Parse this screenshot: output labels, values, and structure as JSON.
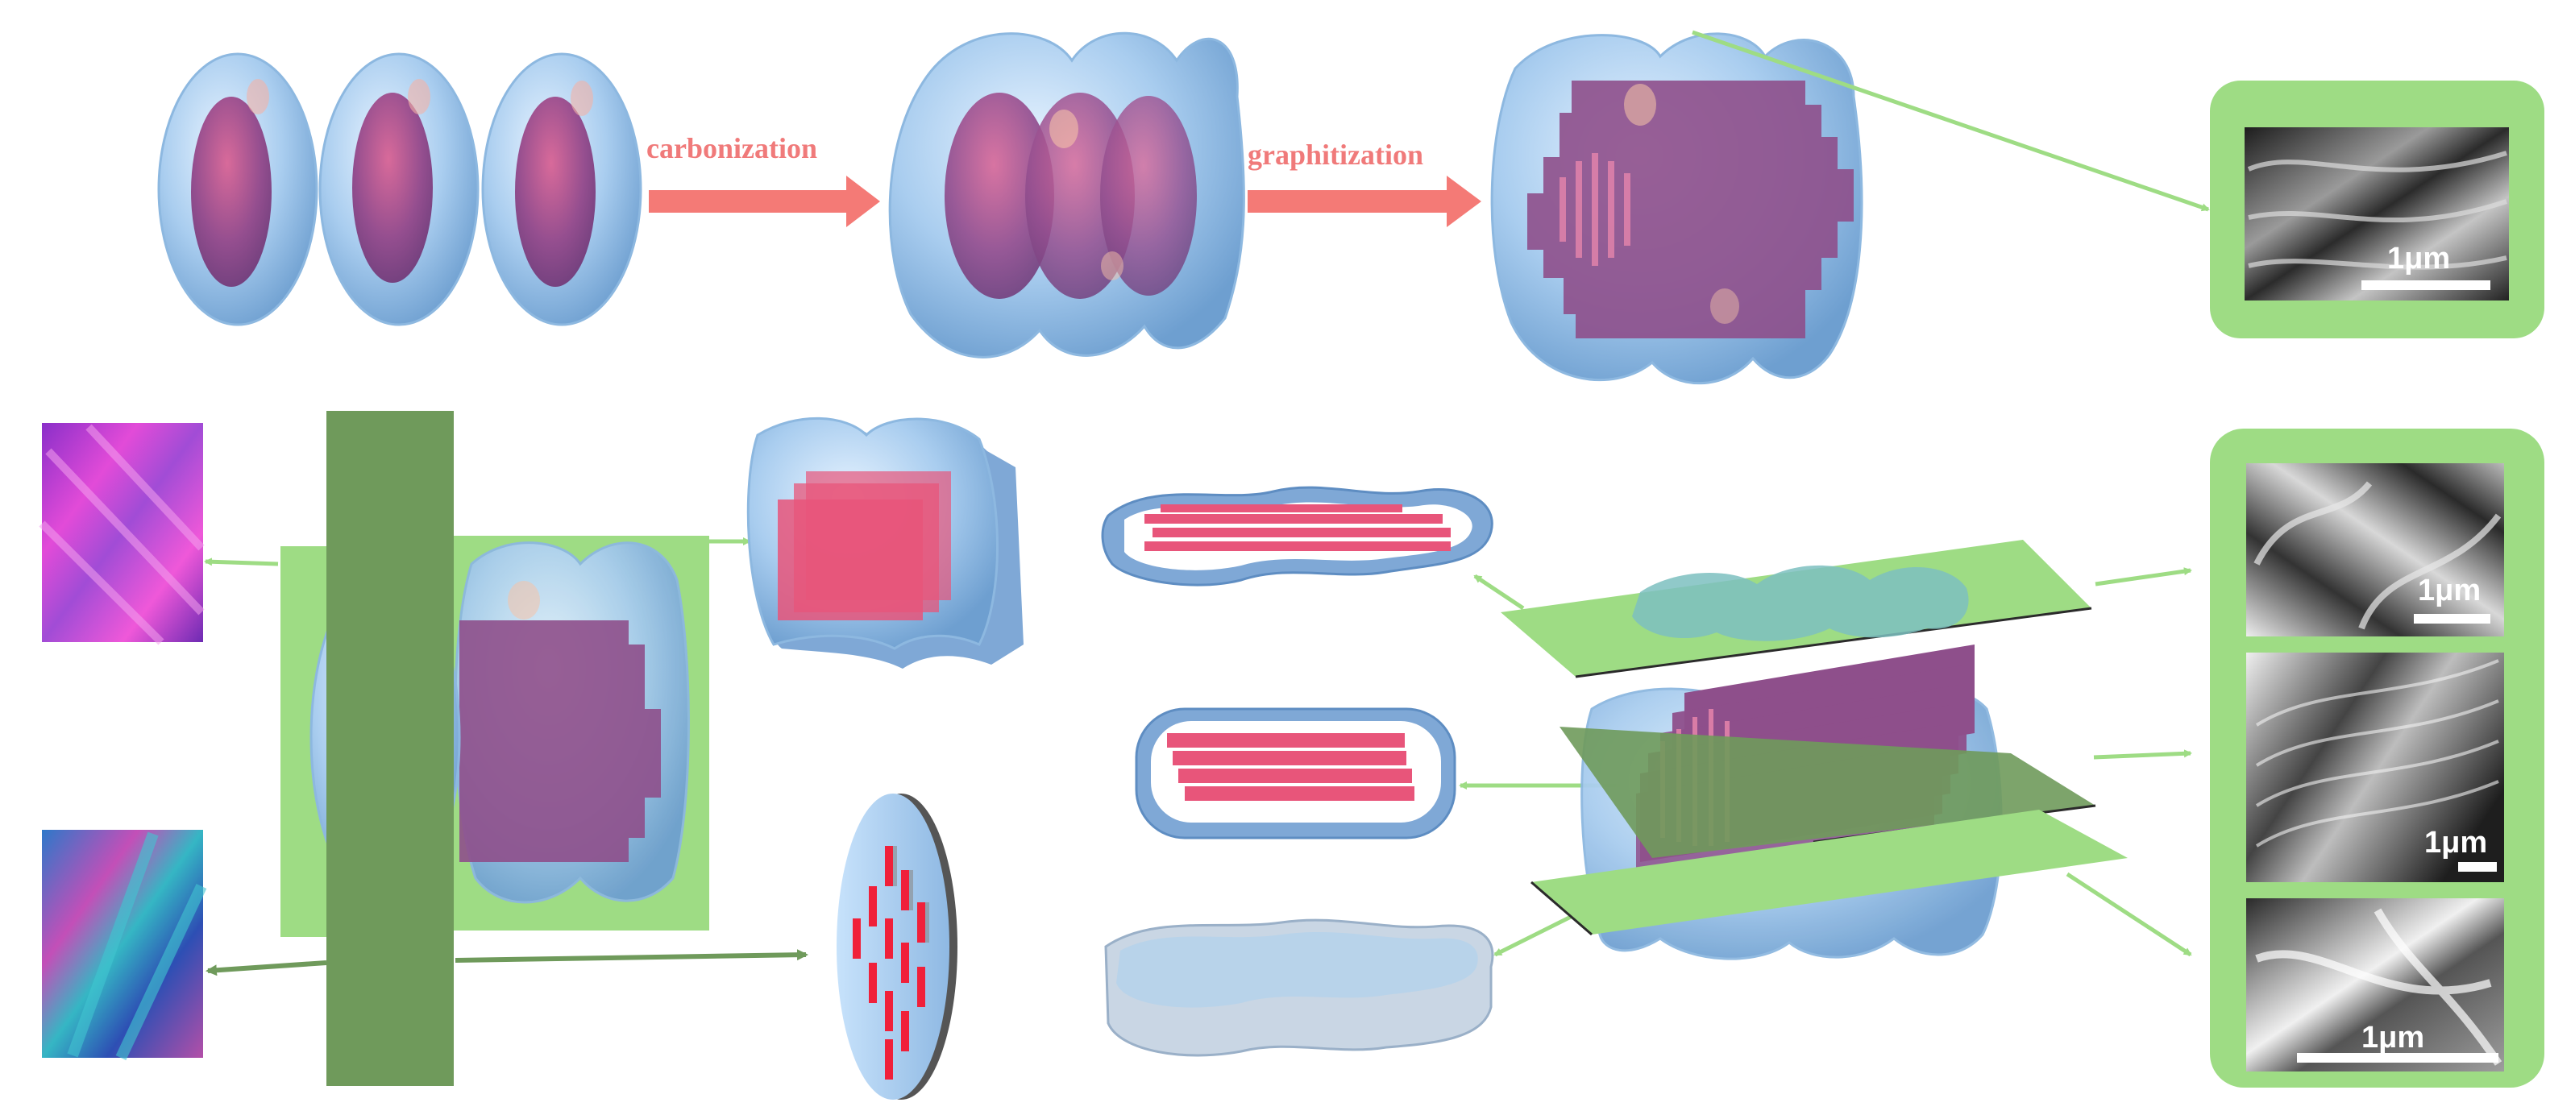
{
  "process_steps": [
    {
      "label": "carbonization"
    },
    {
      "label": "graphitization"
    }
  ],
  "sem_panels": {
    "top": {
      "scale_label": "1μm"
    },
    "right_stack": [
      {
        "scale_label": "1μm"
      },
      {
        "scale_label": "1μm"
      },
      {
        "scale_label": "1μm"
      }
    ]
  },
  "colors": {
    "shell": "#a9cdef",
    "core": "#8e4f8b",
    "sheet": "#e8557a",
    "arrow_salmon": "#f47a76",
    "plane_green": "#9edc84",
    "plane_dark": "#6f9a5b",
    "sem_frame": "#9edc84"
  }
}
